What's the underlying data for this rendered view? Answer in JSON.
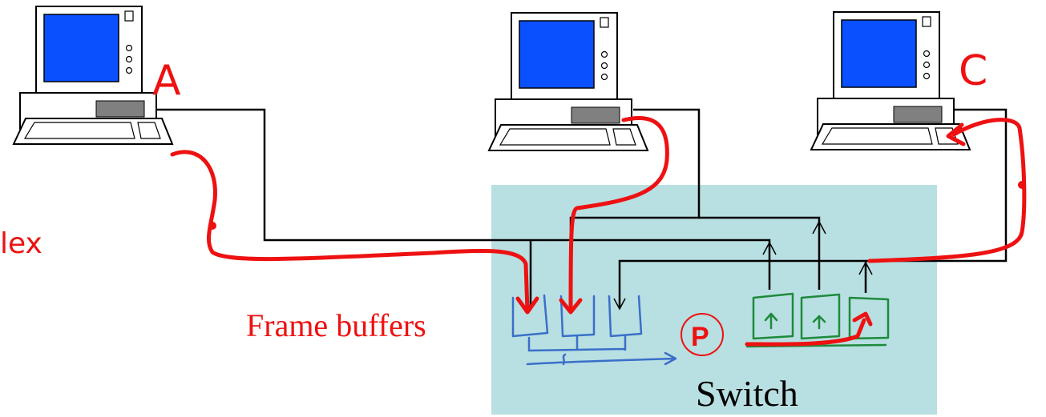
{
  "labels": {
    "host_a": "A",
    "host_c": "C",
    "partial_word": "lex",
    "frame_buffers": "Frame buffers",
    "switch": "Switch",
    "processor": "P"
  },
  "colors": {
    "switch_box": "#b8dfe2",
    "screen": "#0a50ff",
    "ink_red": "#ee1111",
    "ink_blue": "#3a6fc9",
    "ink_green": "#1e8a3c"
  },
  "icons": {
    "computer": "desktop-computer-icon"
  }
}
